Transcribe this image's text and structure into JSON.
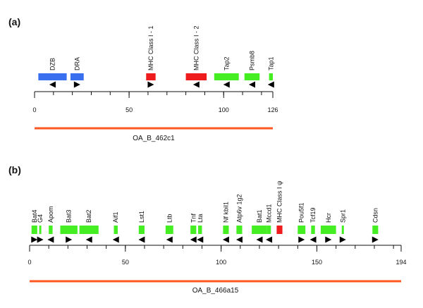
{
  "figure": {
    "colors": {
      "blue": "#3a6ff0",
      "red": "#ee1c1c",
      "green": "#44ee22",
      "orange": "#ff5722",
      "axis": "#111111"
    },
    "panels": [
      {
        "label": "(a)",
        "axis": {
          "min": 0,
          "max": 126,
          "minor_step": 10,
          "ticks": [
            0,
            50,
            100,
            126
          ]
        },
        "clone_label": "OA_B_462c1",
        "genes": [
          {
            "name": "DZB",
            "start": 2,
            "end": 17,
            "color": "blue",
            "dir": "left"
          },
          {
            "name": "DRA",
            "start": 19,
            "end": 26,
            "color": "blue",
            "dir": "right"
          },
          {
            "name": "MHC Class I - 1",
            "start": 59,
            "end": 64,
            "color": "red",
            "dir": "right"
          },
          {
            "name": "MHC Class I - 2",
            "start": 80,
            "end": 91,
            "color": "red",
            "dir": "left"
          },
          {
            "name": "Tap2",
            "start": 95,
            "end": 108,
            "color": "green",
            "dir": "left"
          },
          {
            "name": "Psmb8",
            "start": 111,
            "end": 119,
            "color": "green",
            "dir": "left"
          },
          {
            "name": "Tap1",
            "start": 124,
            "end": 126,
            "color": "green",
            "dir": "left"
          }
        ]
      },
      {
        "label": "(b)",
        "axis": {
          "min": 0,
          "max": 194,
          "minor_step": 10,
          "ticks": [
            0,
            50,
            100,
            150,
            194
          ]
        },
        "clone_label": "OA_B_466a15",
        "genes": [
          {
            "name": "Bat4",
            "start": 1,
            "end": 4,
            "color": "green",
            "dir": "right"
          },
          {
            "name": "G4",
            "start": 5,
            "end": 6,
            "color": "green",
            "dir": "right"
          },
          {
            "name": "Apom",
            "start": 10,
            "end": 12,
            "color": "green",
            "dir": "left"
          },
          {
            "name": "Bat3",
            "start": 16,
            "end": 25,
            "color": "green",
            "dir": "right"
          },
          {
            "name": "Bat2",
            "start": 26,
            "end": 36,
            "color": "green",
            "dir": "left"
          },
          {
            "name": "Aif1",
            "start": 44,
            "end": 46,
            "color": "green",
            "dir": "left"
          },
          {
            "name": "Lst1",
            "start": 57,
            "end": 60,
            "color": "green",
            "dir": "left"
          },
          {
            "name": "Ltb",
            "start": 71,
            "end": 75,
            "color": "green",
            "dir": "left"
          },
          {
            "name": "Tnf",
            "start": 84,
            "end": 87,
            "color": "green",
            "dir": "left"
          },
          {
            "name": "Lta",
            "start": 88,
            "end": 90,
            "color": "green",
            "dir": "left"
          },
          {
            "name": "Nf kbil1",
            "start": 101,
            "end": 104,
            "color": "green",
            "dir": "left"
          },
          {
            "name": "Atp6v 1g2",
            "start": 108,
            "end": 111,
            "color": "green",
            "dir": "left"
          },
          {
            "name": "Bat1",
            "start": 116,
            "end": 124,
            "color": "green",
            "dir": "left"
          },
          {
            "name": "Mccd1",
            "start": 124,
            "end": 126,
            "color": "green",
            "dir": "left"
          },
          {
            "name": "MHC Class I ψ",
            "start": 129,
            "end": 132,
            "color": "red",
            "dir": "none"
          },
          {
            "name": "Pou5f1",
            "start": 140,
            "end": 144,
            "color": "green",
            "dir": "right"
          },
          {
            "name": "Tcf19",
            "start": 147,
            "end": 149,
            "color": "green",
            "dir": "left"
          },
          {
            "name": "Hcr",
            "start": 152,
            "end": 160,
            "color": "green",
            "dir": "right"
          },
          {
            "name": "Spr1",
            "start": 163,
            "end": 164,
            "color": "green",
            "dir": "right"
          },
          {
            "name": "Cdsn",
            "start": 179,
            "end": 182,
            "color": "green",
            "dir": "right"
          }
        ]
      }
    ]
  }
}
